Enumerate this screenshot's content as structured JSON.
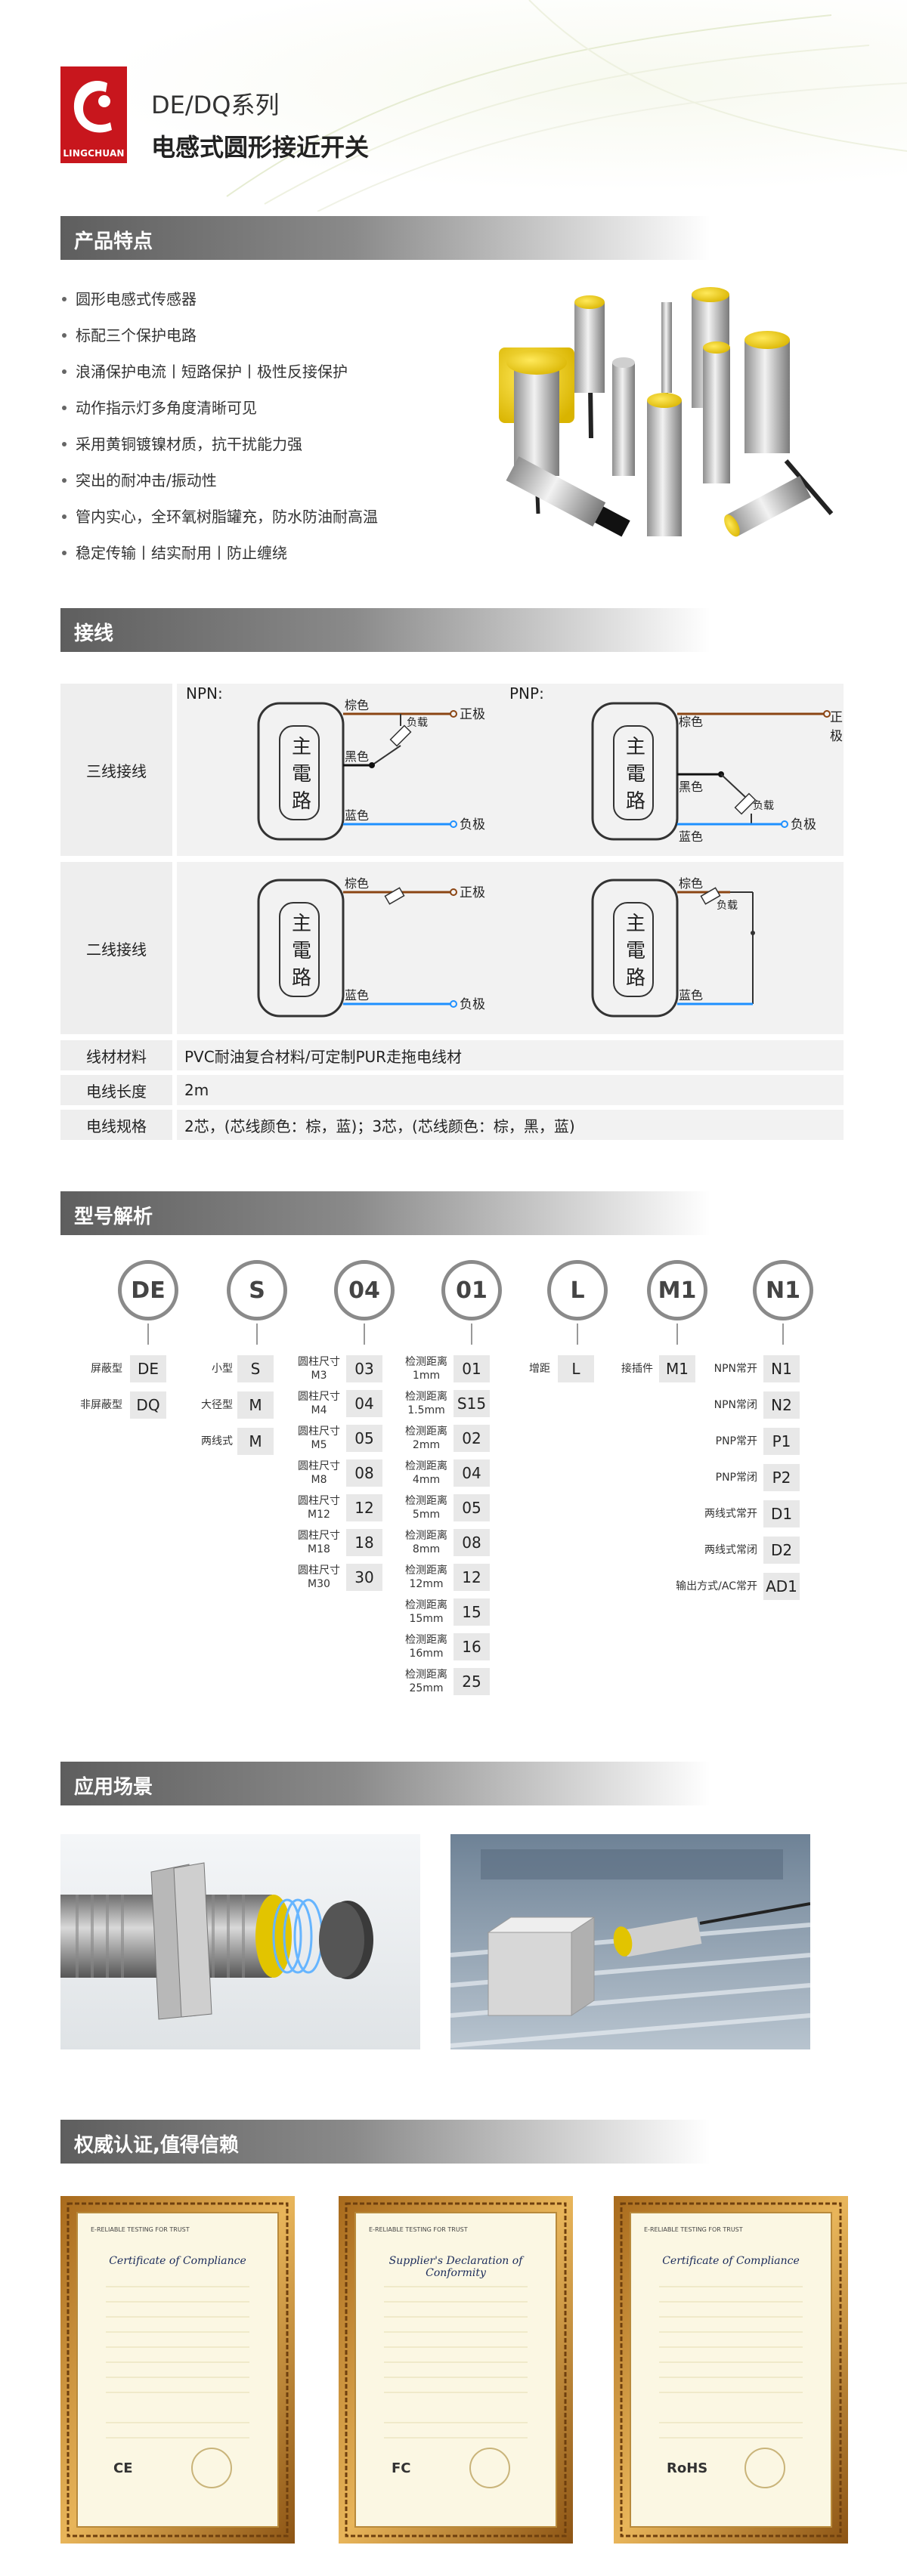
{
  "header": {
    "logo_text": "LINGCHUAN",
    "series": "DE/DQ系列",
    "product_name": "电感式圆形接近开关"
  },
  "sections": {
    "features": "产品特点",
    "wiring": "接线",
    "model": "型号解析",
    "application": "应用场景",
    "certification": "权威认证,值得信赖"
  },
  "features": [
    "圆形电感式传感器",
    "标配三个保护电路",
    "浪涌保护电流丨短路保护丨极性反接保护",
    "动作指示灯多角度清晰可见",
    "采用黄铜镀镍材质，抗干扰能力强",
    "突出的耐冲击/振动性",
    "管内实心，全环氧树脂罐充，防水防油耐高温",
    "稳定传输丨结实耐用丨防止缠绕"
  ],
  "wiring": {
    "three_wire_label": "三线接线",
    "two_wire_label": "二线接线",
    "npn_label": "NPN:",
    "pnp_label": "PNP:",
    "circuit_chars": [
      "主",
      "電",
      "路"
    ],
    "brown": "棕色",
    "black": "黑色",
    "blue": "蓝色",
    "load": "负载",
    "positive": "正极",
    "negative": "负极",
    "colors": {
      "brown": "#8b4513",
      "blue": "#1e90ff",
      "black": "#111111"
    },
    "specs": [
      {
        "label": "线材材料",
        "value": "PVC耐油复合材料/可定制PUR走拖电线材"
      },
      {
        "label": "电线长度",
        "value": "2m"
      },
      {
        "label": "电线规格",
        "value": "2芯，(芯线颜色：棕，蓝)；3芯，(芯线颜色：棕，黑，蓝)"
      }
    ]
  },
  "model": {
    "codes": [
      "DE",
      "S",
      "04",
      "01",
      "L",
      "M1",
      "N1"
    ],
    "shield": [
      {
        "desc": "屏蔽型",
        "code": "DE"
      },
      {
        "desc": "非屏蔽型",
        "code": "DQ"
      }
    ],
    "size": [
      {
        "desc": "小型",
        "code": "S"
      },
      {
        "desc": "大径型",
        "code": "M"
      },
      {
        "desc": "两线式",
        "code": "M"
      }
    ],
    "diameter": [
      {
        "desc1": "圆柱尺寸",
        "desc2": "M3",
        "code": "03"
      },
      {
        "desc1": "圆柱尺寸",
        "desc2": "M4",
        "code": "04"
      },
      {
        "desc1": "圆柱尺寸",
        "desc2": "M5",
        "code": "05"
      },
      {
        "desc1": "圆柱尺寸",
        "desc2": "M8",
        "code": "08"
      },
      {
        "desc1": "圆柱尺寸",
        "desc2": "M12",
        "code": "12"
      },
      {
        "desc1": "圆柱尺寸",
        "desc2": "M18",
        "code": "18"
      },
      {
        "desc1": "圆柱尺寸",
        "desc2": "M30",
        "code": "30"
      }
    ],
    "distance": [
      {
        "desc1": "检测距离",
        "desc2": "1mm",
        "code": "01"
      },
      {
        "desc1": "检测距离",
        "desc2": "1.5mm",
        "code": "S15"
      },
      {
        "desc1": "检测距离",
        "desc2": "2mm",
        "code": "02"
      },
      {
        "desc1": "检测距离",
        "desc2": "4mm",
        "code": "04"
      },
      {
        "desc1": "检测距离",
        "desc2": "5mm",
        "code": "05"
      },
      {
        "desc1": "检测距离",
        "desc2": "8mm",
        "code": "08"
      },
      {
        "desc1": "检测距离",
        "desc2": "12mm",
        "code": "12"
      },
      {
        "desc1": "检测距离",
        "desc2": "15mm",
        "code": "15"
      },
      {
        "desc1": "检测距离",
        "desc2": "16mm",
        "code": "16"
      },
      {
        "desc1": "检测距离",
        "desc2": "25mm",
        "code": "25"
      }
    ],
    "type": [
      {
        "desc": "增距",
        "code": "L"
      }
    ],
    "connector": [
      {
        "desc": "接插件",
        "code": "M1"
      }
    ],
    "output": [
      {
        "desc": "NPN常开",
        "code": "N1"
      },
      {
        "desc": "NPN常闭",
        "code": "N2"
      },
      {
        "desc": "PNP常开",
        "code": "P1"
      },
      {
        "desc": "PNP常闭",
        "code": "P2"
      },
      {
        "desc": "两线式常开",
        "code": "D1"
      },
      {
        "desc": "两线式常闭",
        "code": "D2"
      },
      {
        "desc": "输出方式/AC常开",
        "code": "AD1"
      }
    ]
  },
  "certs": [
    {
      "header": "E-RELIABLE TESTING FOR TRUST",
      "title": "Certificate of Compliance",
      "mark": "CE"
    },
    {
      "header": "E-RELIABLE TESTING FOR TRUST",
      "title": "Supplier's Declaration of Conformity",
      "mark": "FC"
    },
    {
      "header": "E-RELIABLE TESTING FOR TRUST",
      "title": "Certificate of Compliance",
      "mark": "RoHS"
    }
  ]
}
